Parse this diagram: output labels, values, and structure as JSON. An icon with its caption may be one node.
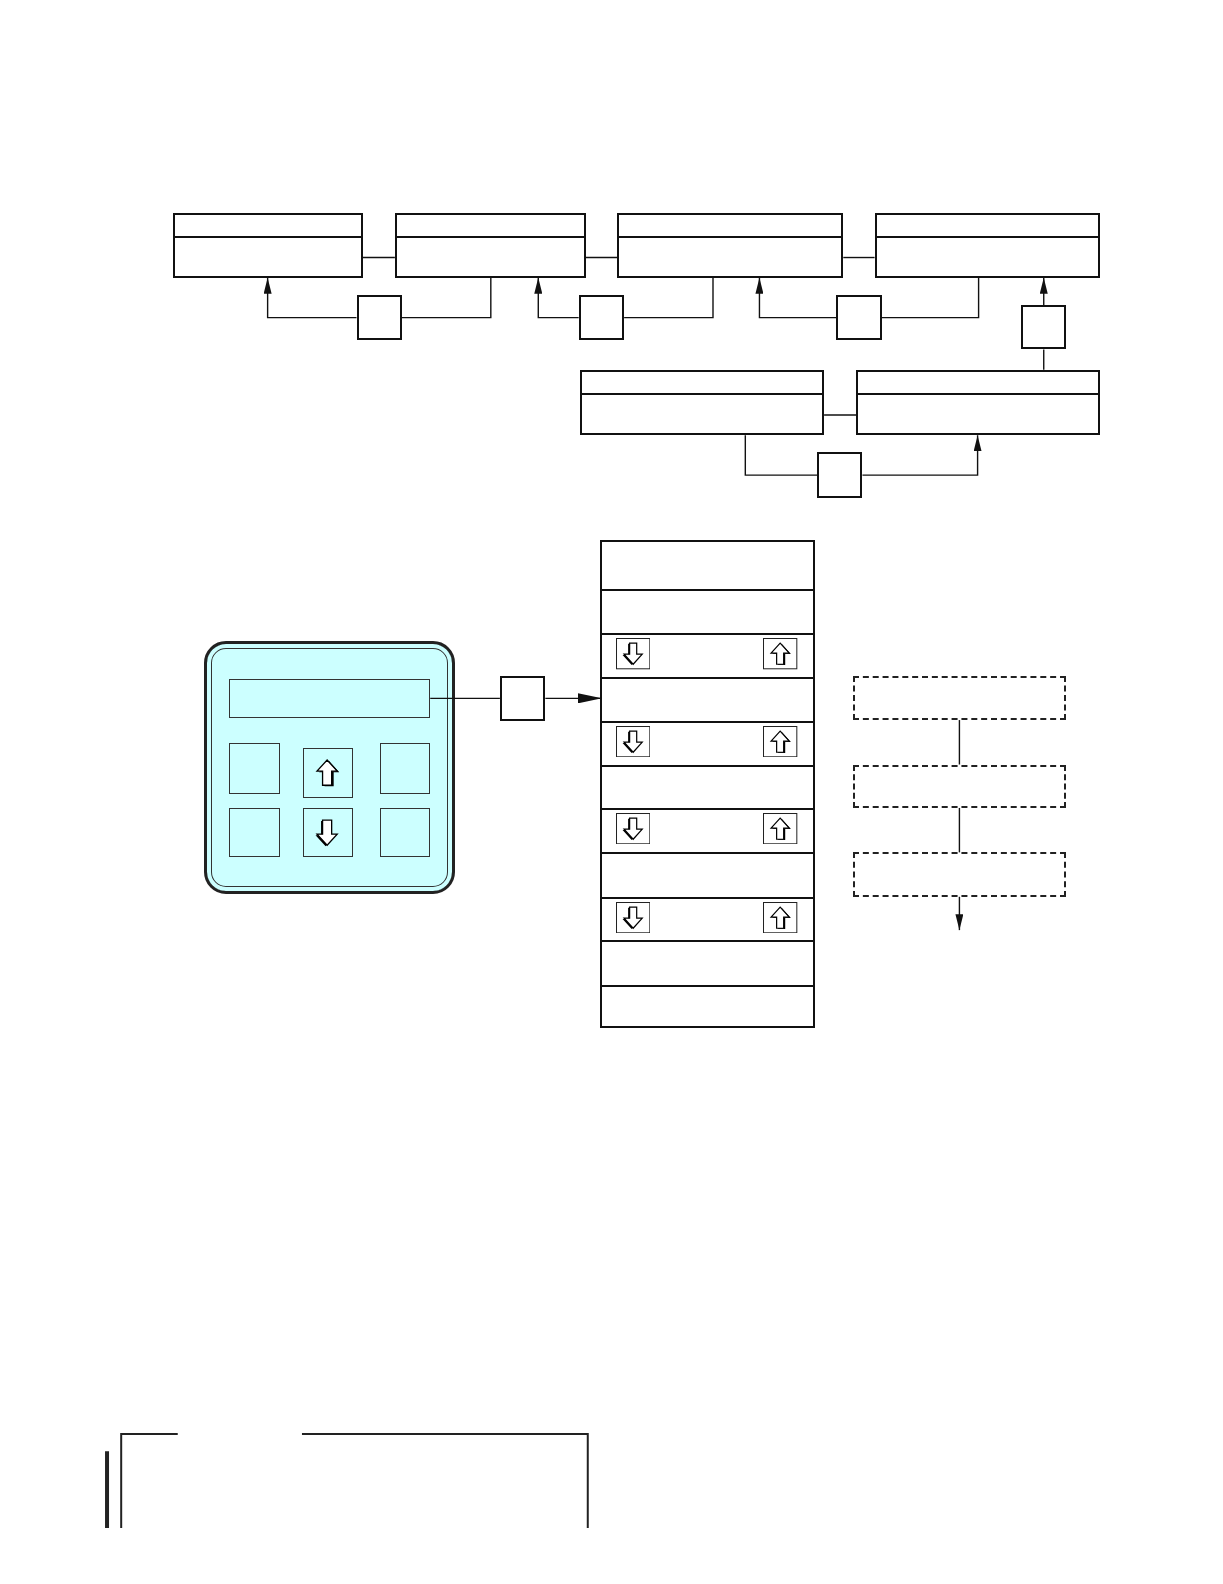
{
  "diagram": {
    "nodes": [
      {
        "text": [],
        "shape": "box"
      },
      {
        "text": [],
        "shape": "box"
      },
      {
        "text": [],
        "shape": "box"
      },
      {
        "text": [],
        "shape": "box"
      },
      {
        "text": [],
        "shape": "box"
      },
      {
        "text": [],
        "shape": "box"
      },
      {
        "text": [],
        "shape": "box"
      },
      {
        "text": [],
        "shape": "box"
      },
      {
        "text": [],
        "shape": "box"
      },
      {
        "text": [],
        "shape": "box"
      },
      {
        "text": [],
        "shape": "box"
      },
      {
        "text": [],
        "shape": "box"
      },
      {
        "text": [],
        "shape": "box",
        "in": 11
      },
      {
        "text": [],
        "shape": "box",
        "in": 11
      },
      {
        "text": [],
        "shape": "box",
        "in": 11
      },
      {
        "text": [],
        "shape": "box",
        "in": 11
      },
      {
        "text": [],
        "shape": "box",
        "in": 11
      },
      {
        "text": [],
        "shape": "box",
        "in": 11
      },
      {
        "text": [],
        "shape": "box",
        "in": 11
      },
      {
        "text": [],
        "shape": "box"
      },
      {
        "text": [],
        "shape": "box"
      },
      {
        "text": [],
        "shape": "box",
        "in": 20
      },
      {
        "text": [],
        "shape": "box",
        "in": 20
      },
      {
        "text": [],
        "shape": "box",
        "in": 20
      },
      {
        "text": [],
        "shape": "box",
        "in": 20
      },
      {
        "text": [],
        "shape": "box",
        "in": 20
      },
      {
        "text": [],
        "shape": "box",
        "in": 20
      },
      {
        "text": [],
        "shape": "box",
        "in": 20
      },
      {
        "text": [],
        "shape": "box",
        "in": 20
      },
      {
        "text": [],
        "shape": "box",
        "in": 20
      },
      {
        "text": [],
        "shape": "box",
        "in": 20
      },
      {
        "text": [],
        "shape": "box",
        "in": 20
      },
      {
        "text": [],
        "shape": "box"
      },
      {
        "text": [],
        "shape": "box"
      },
      {
        "text": [],
        "shape": "box"
      }
    ],
    "edges": [
      {
        "from": 0,
        "to": 1,
        "arrow": "none"
      },
      {
        "from": 1,
        "to": 2,
        "arrow": "none"
      },
      {
        "from": 2,
        "to": 3,
        "arrow": "none"
      },
      {
        "from": 1,
        "to": 4,
        "arrow": "none"
      },
      {
        "from": 4,
        "to": 0,
        "arrow": "to"
      },
      {
        "from": 2,
        "to": 5,
        "arrow": "none"
      },
      {
        "from": 5,
        "to": 1,
        "arrow": "to"
      },
      {
        "from": 3,
        "to": 6,
        "arrow": "none"
      },
      {
        "from": 6,
        "to": 2,
        "arrow": "to"
      },
      {
        "from": 9,
        "to": 7,
        "arrow": "none"
      },
      {
        "from": 7,
        "to": 3,
        "arrow": "to"
      },
      {
        "from": 8,
        "to": 9,
        "arrow": "none"
      },
      {
        "from": 8,
        "to": 10,
        "arrow": "none"
      },
      {
        "from": 10,
        "to": 9,
        "arrow": "to"
      },
      {
        "from": 12,
        "to": 19,
        "arrow": "none"
      },
      {
        "from": 19,
        "to": 24,
        "arrow": "to"
      },
      {
        "from": 32,
        "to": 33,
        "arrow": "none"
      },
      {
        "from": 33,
        "to": 34,
        "arrow": "none"
      },
      {
        "from": 34,
        "to": null,
        "arrow": "to"
      }
    ]
  }
}
